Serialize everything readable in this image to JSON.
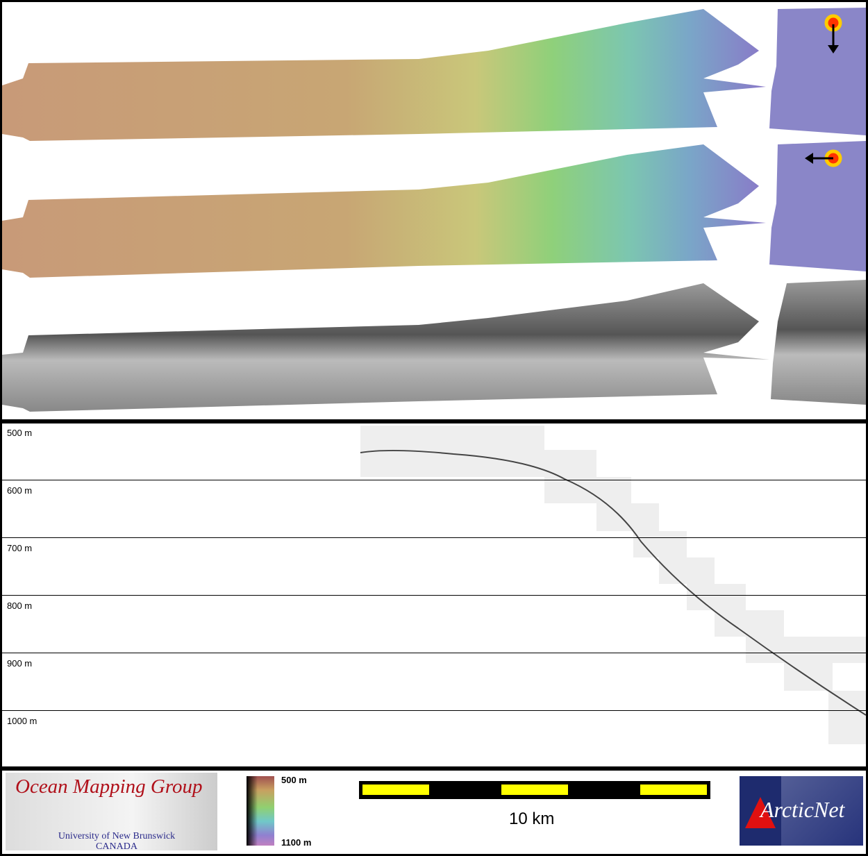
{
  "profile": {
    "depth_labels": [
      "500 m",
      "600 m",
      "700 m",
      "800 m",
      "900 m",
      "1000 m"
    ]
  },
  "legend": {
    "logo_title": "Ocean Mapping Group",
    "logo_university": "University of New Brunswick",
    "logo_country": "CANADA",
    "colorbar_top": "500 m",
    "colorbar_bottom": "1100 m",
    "scale_label": "10 km",
    "partner_logo": "ArcticNet"
  },
  "colors": {
    "scale_yellow": "#ffff00",
    "shallow": "#c9a070",
    "mid": "#8fd080",
    "deep": "#8f7fd0"
  }
}
